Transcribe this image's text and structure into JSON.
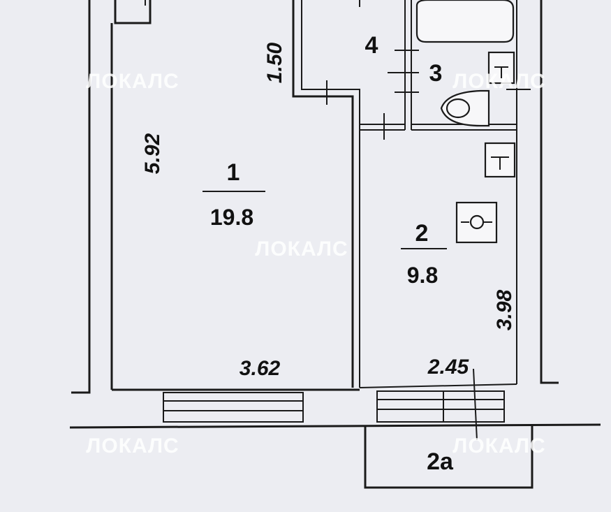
{
  "rooms": [
    {
      "number": "1",
      "area": "19.8"
    },
    {
      "number": "2",
      "area": "9.8"
    },
    {
      "number": "3"
    },
    {
      "number": "4"
    },
    {
      "number": "2a"
    }
  ],
  "dimensions": {
    "room1_length": "5.92",
    "corridor_width": "1.50",
    "room1_width": "3.62",
    "kitchen_width": "2.45",
    "kitchen_length": "3.98"
  },
  "watermark": "ЛОКАЛС",
  "colors": {
    "background": "#ecedf2",
    "lines": "#1a1a1a",
    "watermark": "#ffffff"
  }
}
